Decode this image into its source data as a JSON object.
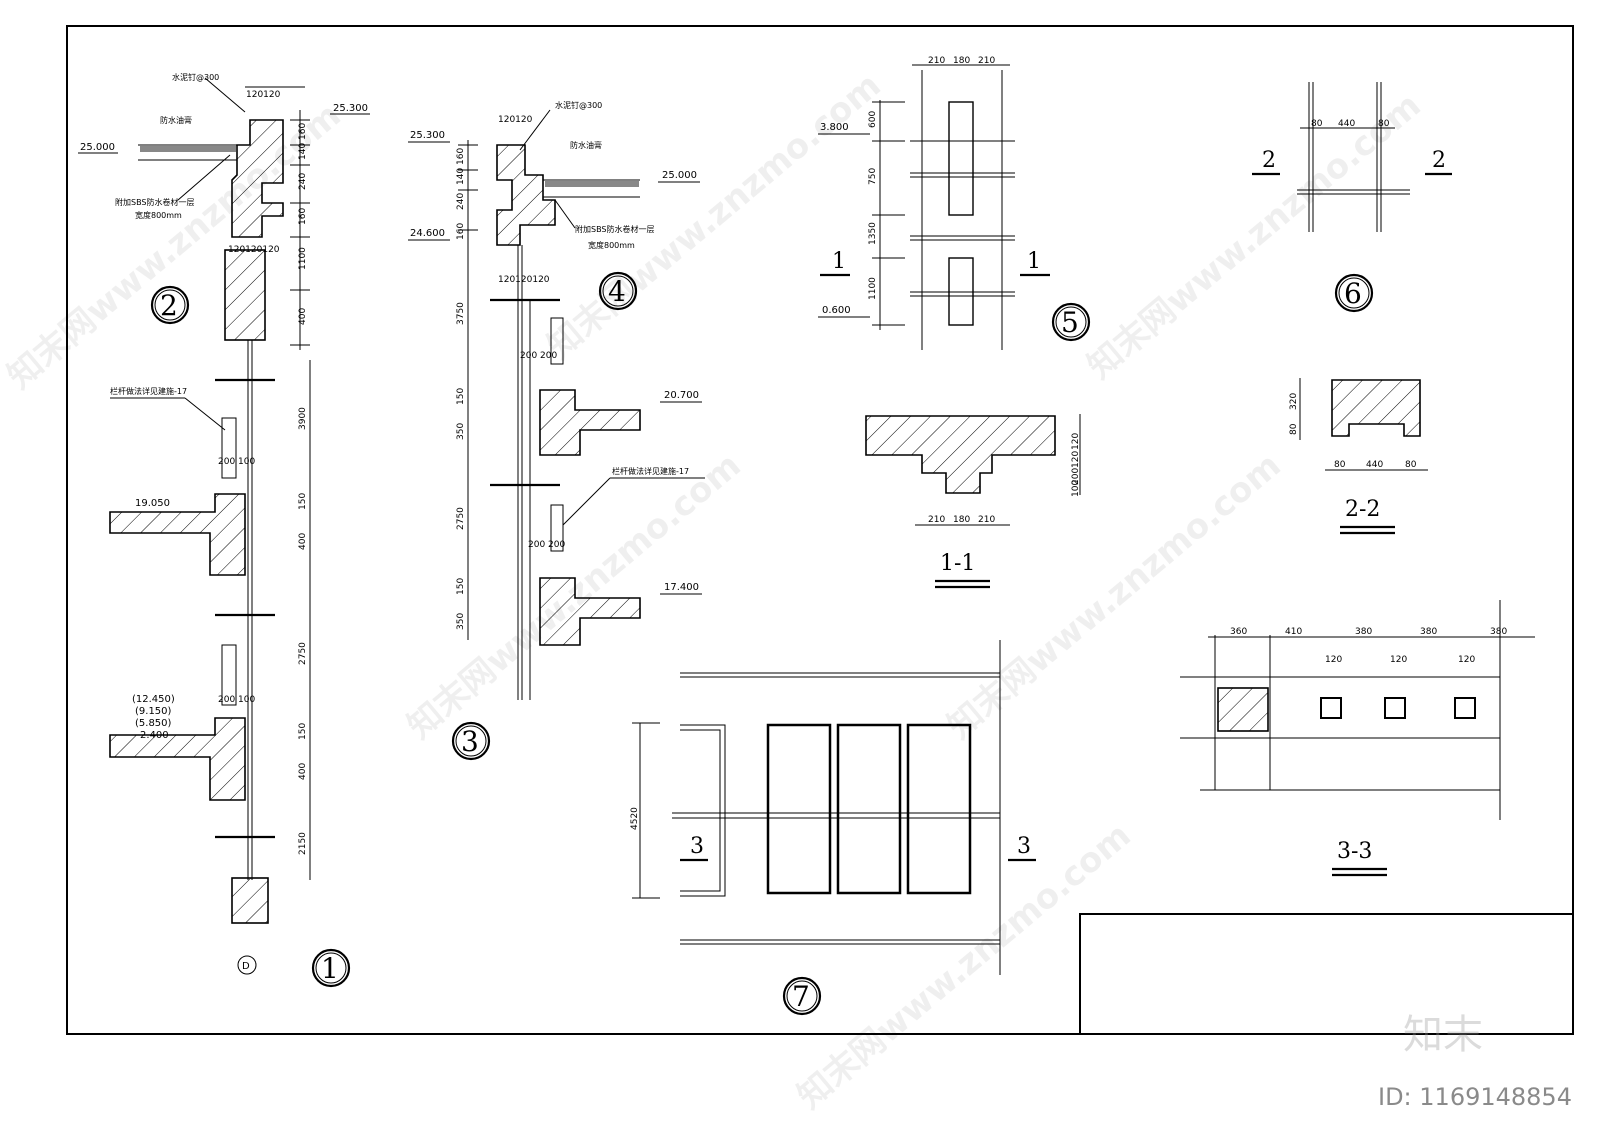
{
  "drawing": {
    "detail_numbers": [
      "1",
      "2",
      "3",
      "4",
      "5",
      "6",
      "7"
    ],
    "section_titles": [
      "1-1",
      "2-2",
      "3-3"
    ],
    "section_marks": {
      "s1": "1",
      "s2": "2",
      "s3": "3"
    }
  },
  "detail2": {
    "note_nail": "水泥钉@300",
    "note_seal": "防水油膏",
    "note_sbs": "附加SBS防水卷材一层",
    "note_width": "宽度800mm",
    "elev_top": "25.300",
    "elev_roof": "25.000",
    "dims_top": "120120",
    "dims_mid": "120120120",
    "dims_vert": [
      "160",
      "140",
      "240",
      "160",
      "1100",
      "400"
    ]
  },
  "detail1": {
    "railing_note": "栏杆做法详见建施-17",
    "elev_a": "19.050",
    "elev_list": [
      "(12.450)",
      "(9.150)",
      "(5.850)",
      "2.400"
    ],
    "dims_200_100": "200 100",
    "dims_vert": [
      "3900",
      "150",
      "400",
      "2750",
      "150",
      "400",
      "2150"
    ],
    "axis": "D"
  },
  "detail4": {
    "note_nail": "水泥钉@300",
    "note_seal": "防水油膏",
    "note_sbs": "附加SBS防水卷材一层",
    "note_width": "宽度800mm",
    "elev_top": "25.300",
    "elev_roof": "25.000",
    "elev_low": "24.600",
    "dims_top": "120120",
    "dims_mid": "120120120",
    "dims_vert": [
      "160",
      "140",
      "240",
      "160"
    ]
  },
  "detail3": {
    "railing_note": "栏杆做法详见建施-17",
    "elev_a": "20.700",
    "elev_b": "17.400",
    "dims_200": "200 200",
    "dims_vert": [
      "3750",
      "150",
      "350",
      "2750",
      "150",
      "350"
    ]
  },
  "detail5": {
    "elev_top": "3.800",
    "elev_bot": "0.600",
    "dims_top": [
      "210",
      "180",
      "210"
    ],
    "dims_vert": [
      "600",
      "750",
      "1350",
      "1100"
    ]
  },
  "section11": {
    "dims_bot": [
      "210",
      "180",
      "210"
    ],
    "dims_side": [
      "100",
      "200",
      "120",
      "120"
    ]
  },
  "detail6": {
    "dims_top": [
      "80",
      "440",
      "80"
    ]
  },
  "section22": {
    "dims_bot": [
      "80",
      "440",
      "80"
    ],
    "dims_side": [
      "80",
      "320"
    ]
  },
  "section33": {
    "dims_top": [
      "360",
      "410",
      "380",
      "380",
      "380"
    ],
    "dims_small": [
      "120",
      "120",
      "120"
    ]
  },
  "detail7": {
    "dim_height": "4520"
  },
  "watermark": {
    "logo": "知末",
    "id_text": "ID: 1169148854",
    "repeat_text": "知末网www.znzmo.com"
  }
}
